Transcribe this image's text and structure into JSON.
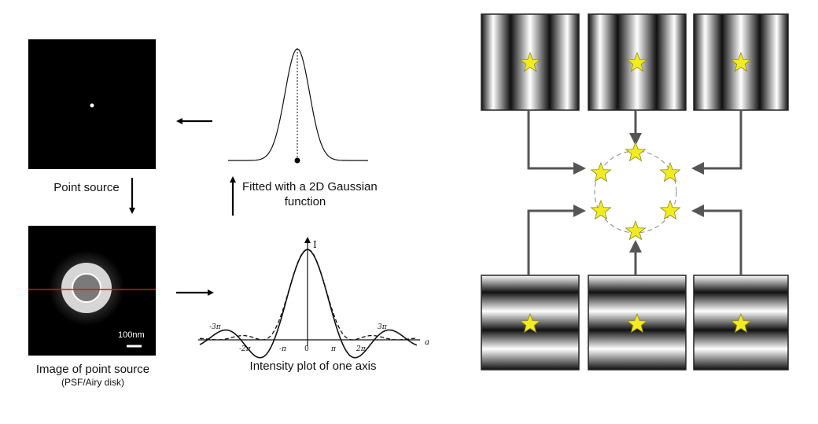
{
  "labels": {
    "point_source": "Point source",
    "image_of_point_source": "Image of point source",
    "psf_airy": "(PSF/Airy disk)",
    "gaussian_line1": "Fitted with a 2D Gaussian",
    "gaussian_line2": "function",
    "intensity_plot": "Intensity plot of one axis",
    "scale_bar": "100nm"
  },
  "plot_axis": {
    "y_label": "I",
    "x_label": "a",
    "ticks": [
      "-3π",
      "-2π",
      "-π",
      "0",
      "π",
      "2π",
      "3π"
    ]
  },
  "colors": {
    "star_fill": "#f2ec1f",
    "arrow_gray": "#555555",
    "red_line": "#d81414",
    "panel_border": "#222222"
  },
  "icons": {
    "star": "star-icon",
    "arrow": "arrow-icon"
  }
}
